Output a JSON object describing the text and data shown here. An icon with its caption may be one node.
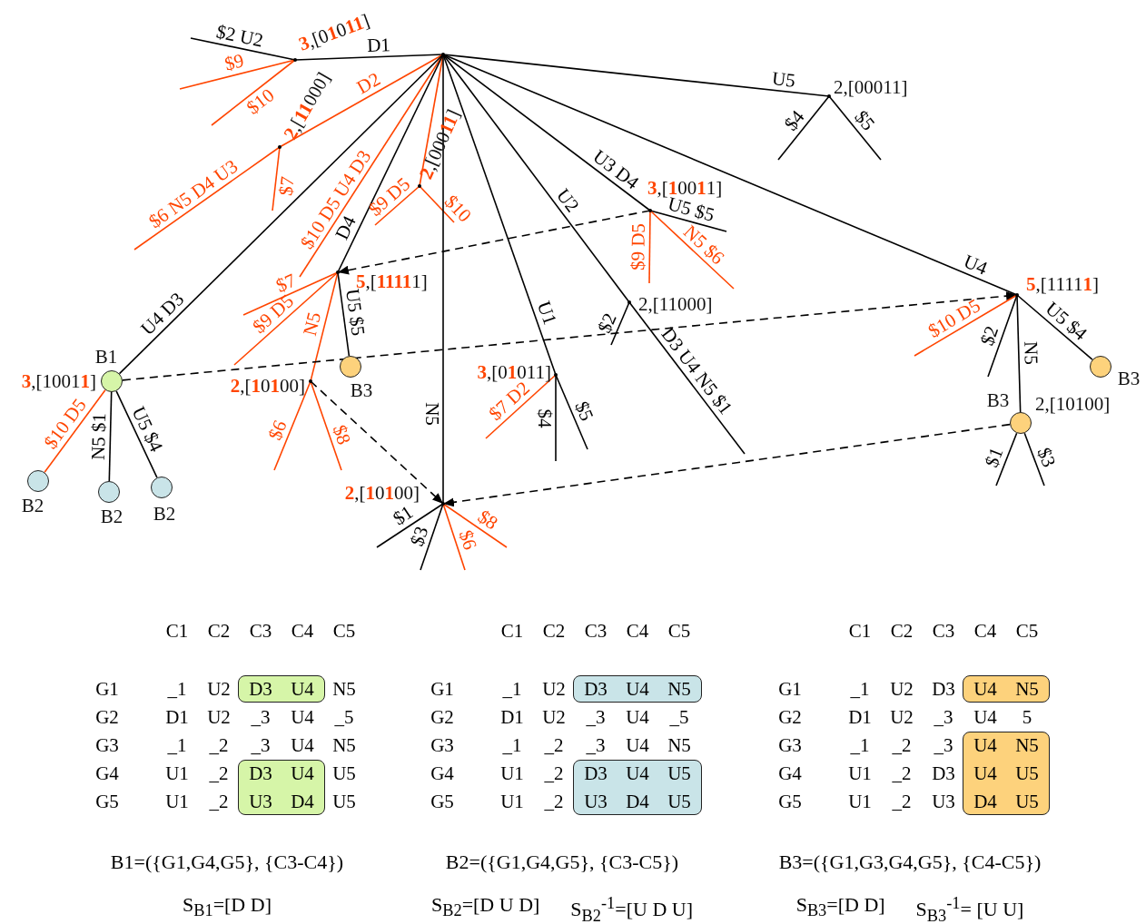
{
  "diagram": {
    "nodes": [
      {
        "text": [],
        "shape": "point"
      },
      {
        "text": [],
        "shape": "point",
        "beside": [
          "**3**,[0**1**0**11**]"
        ]
      },
      {
        "text": [],
        "shape": "point",
        "beside": [
          "**2**,[**11**000]"
        ]
      },
      {
        "text": [],
        "shape": "point",
        "beside": [
          "**2**,[000**11**]"
        ]
      },
      {
        "text": [],
        "shape": "point",
        "beside": [
          "**5**,[**1111**1]"
        ]
      },
      {
        "text": [],
        "shape": "point",
        "beside": [
          "**2**,[**1**0**1**00]"
        ]
      },
      {
        "text": [],
        "shape": "circle",
        "beside": [
          "B3"
        ]
      },
      {
        "text": [],
        "shape": "circle",
        "beside": [
          "B1",
          "**3**,[1001**1**]"
        ]
      },
      {
        "text": [],
        "shape": "circle",
        "beside": [
          "B2"
        ]
      },
      {
        "text": [],
        "shape": "circle",
        "beside": [
          "B2"
        ]
      },
      {
        "text": [],
        "shape": "circle",
        "beside": [
          "B2"
        ]
      },
      {
        "text": [],
        "shape": "point",
        "beside": [
          "**2**,[**1**0**1**00]"
        ]
      },
      {
        "text": [],
        "shape": "point",
        "beside": [
          "**3**,[**1**00**1**1]"
        ]
      },
      {
        "text": [],
        "shape": "point",
        "beside": [
          "**3**,[0**1**011]"
        ]
      },
      {
        "text": [],
        "shape": "point",
        "beside": [
          "2,[11000]"
        ]
      },
      {
        "text": [],
        "shape": "point",
        "beside": [
          "2,[00011]"
        ]
      },
      {
        "text": [],
        "shape": "point",
        "beside": [
          "**5**,[1111**1**]"
        ]
      },
      {
        "text": [],
        "shape": "circle",
        "beside": [
          "B3"
        ]
      },
      {
        "text": [],
        "shape": "circle",
        "beside": [
          "B3",
          "2,[10100]"
        ]
      }
    ],
    "edges": [
      {
        "from": 0,
        "to": 1,
        "arrow": "none",
        "label": "D1"
      },
      {
        "from": 1,
        "to": null,
        "arrow": "none",
        "label": "$2 U2"
      },
      {
        "from": 1,
        "to": null,
        "arrow": "none",
        "label": "$9",
        "color": "#ff4500"
      },
      {
        "from": 1,
        "to": null,
        "arrow": "none",
        "label": "$10",
        "color": "#ff4500"
      },
      {
        "from": 0,
        "to": 2,
        "arrow": "none",
        "label": "D2",
        "color": "#ff4500"
      },
      {
        "from": 2,
        "to": null,
        "arrow": "none",
        "label": "$6 N5 D4 U3",
        "color": "#ff4500"
      },
      {
        "from": 2,
        "to": null,
        "arrow": "none",
        "label": "$7",
        "color": "#ff4500"
      },
      {
        "from": 0,
        "to": 3,
        "arrow": "none",
        "color": "#ff4500"
      },
      {
        "from": 3,
        "to": null,
        "arrow": "none",
        "label": "$9 D5",
        "color": "#ff4500"
      },
      {
        "from": 3,
        "to": null,
        "arrow": "none",
        "label": "$10",
        "color": "#ff4500"
      },
      {
        "from": 0,
        "to": null,
        "arrow": "none",
        "label": "$10 D5 U4 D3",
        "color": "#ff4500"
      },
      {
        "from": 0,
        "to": 4,
        "arrow": "none",
        "label": "D4"
      },
      {
        "from": 4,
        "to": null,
        "arrow": "none",
        "label": "$7",
        "color": "#ff4500"
      },
      {
        "from": 4,
        "to": null,
        "arrow": "none",
        "label": "$9 D5",
        "color": "#ff4500"
      },
      {
        "from": 4,
        "to": 5,
        "arrow": "none",
        "label": "N5",
        "color": "#ff4500"
      },
      {
        "from": 4,
        "to": 6,
        "arrow": "none",
        "label": "U5 $5"
      },
      {
        "from": 5,
        "to": null,
        "arrow": "none",
        "label": "$6",
        "color": "#ff4500"
      },
      {
        "from": 5,
        "to": null,
        "arrow": "none",
        "label": "$8",
        "color": "#ff4500"
      },
      {
        "from": 5,
        "to": 11,
        "arrow": "to",
        "style": "dashed"
      },
      {
        "from": 0,
        "to": 7,
        "arrow": "none",
        "label": "U4 D3"
      },
      {
        "from": 7,
        "to": 8,
        "arrow": "none",
        "label": "$10 D5",
        "color": "#ff4500"
      },
      {
        "from": 7,
        "to": 9,
        "arrow": "none",
        "label": "N5 $1"
      },
      {
        "from": 7,
        "to": 10,
        "arrow": "none",
        "label": "U5 $4"
      },
      {
        "from": 7,
        "to": 16,
        "arrow": "to",
        "style": "dashed"
      },
      {
        "from": 0,
        "to": 11,
        "arrow": "none",
        "label": "N5"
      },
      {
        "from": 11,
        "to": null,
        "arrow": "none",
        "label": "$1"
      },
      {
        "from": 11,
        "to": null,
        "arrow": "none",
        "label": "$3"
      },
      {
        "from": 11,
        "to": null,
        "arrow": "none",
        "label": "$6",
        "color": "#ff4500"
      },
      {
        "from": 11,
        "to": null,
        "arrow": "none",
        "label": "$8",
        "color": "#ff4500"
      },
      {
        "from": 0,
        "to": 12,
        "arrow": "none",
        "label": "U3 D4"
      },
      {
        "from": 12,
        "to": null,
        "arrow": "none",
        "label": "U5 $5"
      },
      {
        "from": 12,
        "to": null,
        "arrow": "none",
        "label": "$9 D5",
        "color": "#ff4500"
      },
      {
        "from": 12,
        "to": null,
        "arrow": "none",
        "label": "N5 $6",
        "color": "#ff4500"
      },
      {
        "from": 12,
        "to": 4,
        "arrow": "to",
        "style": "dashed"
      },
      {
        "from": 0,
        "to": 13,
        "arrow": "none",
        "label": "U1"
      },
      {
        "from": 13,
        "to": null,
        "arrow": "none",
        "label": "$7 D2",
        "color": "#ff4500"
      },
      {
        "from": 13,
        "to": null,
        "arrow": "none",
        "label": "$4"
      },
      {
        "from": 13,
        "to": null,
        "arrow": "none",
        "label": "$5"
      },
      {
        "from": 0,
        "to": 14,
        "arrow": "none",
        "label": "U2"
      },
      {
        "from": 14,
        "to": null,
        "arrow": "none",
        "label": "$2"
      },
      {
        "from": 14,
        "to": null,
        "arrow": "none",
        "label": "D3 U4 N5 $1"
      },
      {
        "from": 0,
        "to": 15,
        "arrow": "none",
        "label": "U5"
      },
      {
        "from": 15,
        "to": null,
        "arrow": "none",
        "label": "$4"
      },
      {
        "from": 15,
        "to": null,
        "arrow": "none",
        "label": "$5"
      },
      {
        "from": 0,
        "to": 16,
        "arrow": "none",
        "label": "U4"
      },
      {
        "from": 16,
        "to": null,
        "arrow": "none",
        "label": "$10 D5",
        "color": "#ff4500"
      },
      {
        "from": 16,
        "to": null,
        "arrow": "none",
        "label": "$2"
      },
      {
        "from": 16,
        "to": 17,
        "arrow": "none",
        "label": "U5 $4"
      },
      {
        "from": 16,
        "to": 18,
        "arrow": "none",
        "label": "N5"
      },
      {
        "from": 18,
        "to": null,
        "arrow": "none",
        "label": "$1"
      },
      {
        "from": 18,
        "to": null,
        "arrow": "none",
        "label": "$3"
      },
      {
        "from": 18,
        "to": 11,
        "arrow": "to",
        "style": "dashed"
      }
    ],
    "labels": [
      "C1",
      "C2",
      "C3",
      "C4",
      "C5",
      "G1",
      "_1",
      "U2",
      "D3",
      "U4",
      "N5",
      "G2",
      "D1",
      "U2",
      "_3",
      "U4",
      "_5",
      "G3",
      "_1",
      "_2",
      "_3",
      "U4",
      "N5",
      "G4",
      "U1",
      "_2",
      "D3",
      "U4",
      "U5",
      "G5",
      "U1",
      "_2",
      "U3",
      "D4",
      "U5",
      "B1=({G1,G4,G5}, {C3-C4})",
      "S$_{B1}$=[D D]",
      "C1",
      "C2",
      "C3",
      "C4",
      "C5",
      "G1",
      "_1",
      "U2",
      "D3",
      "U4",
      "N5",
      "G2",
      "D1",
      "U2",
      "_3",
      "U4",
      "_5",
      "G3",
      "_1",
      "_2",
      "_3",
      "U4",
      "N5",
      "G4",
      "U1",
      "_2",
      "D3",
      "U4",
      "U5",
      "G5",
      "U1",
      "_2",
      "U3",
      "D4",
      "U5",
      "B2=({G1,G4,G5}, {C3-C5})",
      "S$_{B2}$=[D U D]",
      "S$_{B2}$$^{-1}$=[U D U]",
      "C1",
      "C2",
      "C3",
      "C4",
      "C5",
      "G1",
      "_1",
      "U2",
      "D3",
      "U4",
      "N5",
      "G2",
      "D1",
      "U2",
      "_3",
      "U4",
      "5",
      "G3",
      "_1",
      "_2",
      "_3",
      "U4",
      "N5",
      "G4",
      "U1",
      "_2",
      "D3",
      "U4",
      "U5",
      "G5",
      "U1",
      "_2",
      "U3",
      "D4",
      "U5",
      "B3=({G1,G3,G4,G5}, {C4-C5})",
      "S$_{B3}$=[D D]",
      "S$_{B3}$$^{-1}$= [U U]"
    ]
  }
}
